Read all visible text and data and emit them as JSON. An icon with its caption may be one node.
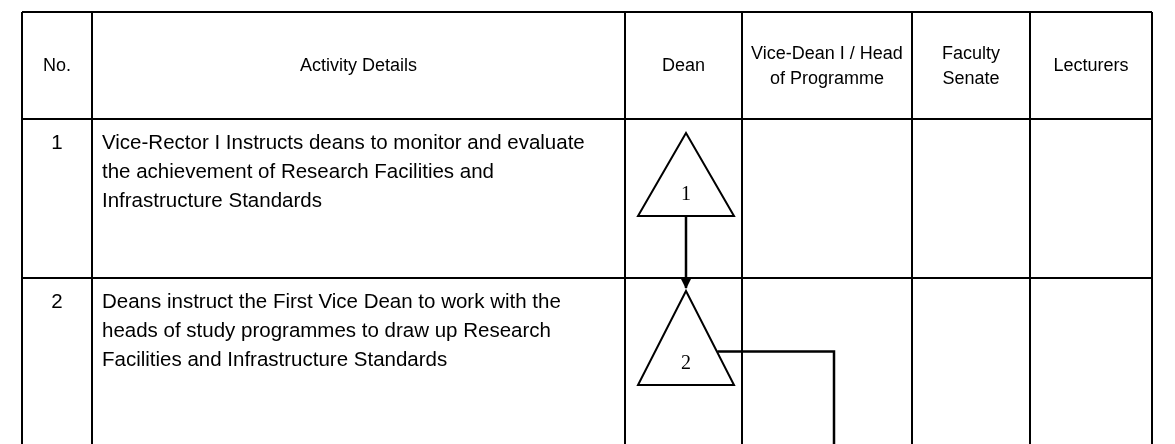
{
  "diagram": {
    "nodes": [
      {
        "text": [
          "1"
        ]
      },
      {
        "text": [
          "2"
        ]
      }
    ],
    "edges": [
      {
        "from": 0,
        "to": 1,
        "arrow": "to"
      },
      {
        "from": 1,
        "to": null,
        "arrow": "none"
      }
    ],
    "labels": [
      "No.",
      "Activity Details",
      "Dean",
      "Vice-Dean I / Head of Programme",
      "Faculty Senate",
      "Lecturers",
      "1",
      "Vice-Rector I Instructs deans to monitor and evaluate the achievement of Research Facilities and Infrastructure Standards",
      "2",
      "Deans instruct the First Vice Dean to work with the heads of study programmes to draw up Research Facilities and Infrastructure Standards"
    ]
  }
}
